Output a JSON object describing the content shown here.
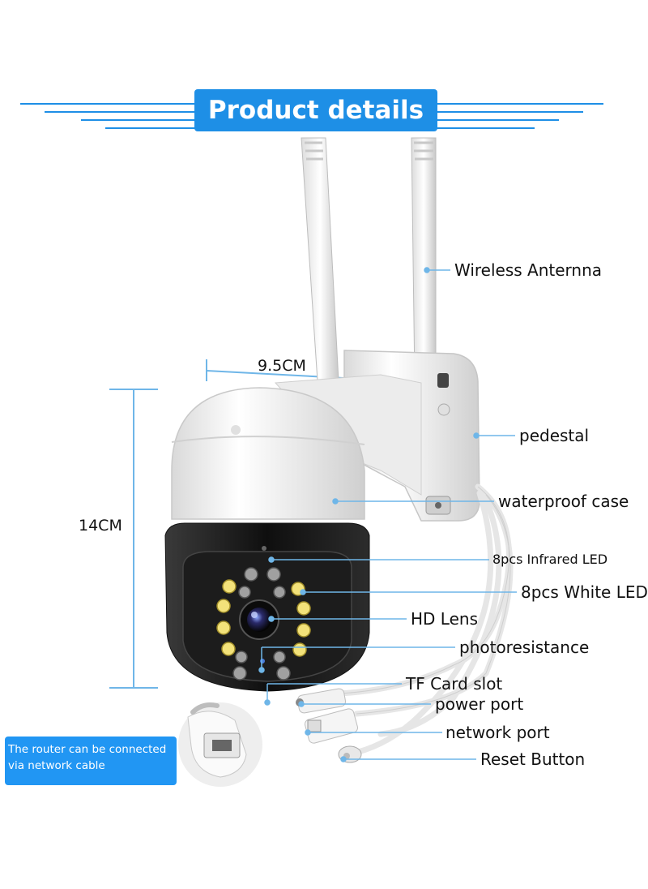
{
  "title": "Product details",
  "dimensions": {
    "width_label": "9.5CM",
    "height_label": "14CM"
  },
  "callouts": {
    "wireless_antenna": "Wireless Anternna",
    "pedestal": "pedestal",
    "waterproof_case": "waterproof case",
    "infrared_led": "8pcs Infrared LED",
    "white_led": "8pcs White LED",
    "hd_lens": "HD Lens",
    "photoresistance": "photoresistance",
    "tf_card_slot": "TF Card slot",
    "power_port": "power port",
    "network_port": "network port",
    "reset_button": "Reset Button"
  },
  "note": {
    "line1": "The router can be connected",
    "line2": "via network cable"
  },
  "colors": {
    "banner": "#1e8fe6",
    "leader_line": "#6fb6e8",
    "body_white": "#f4f4f4",
    "lens_black": "#161616",
    "white_led": "#f3e27a",
    "infrared_led": "#9a9a9a"
  }
}
